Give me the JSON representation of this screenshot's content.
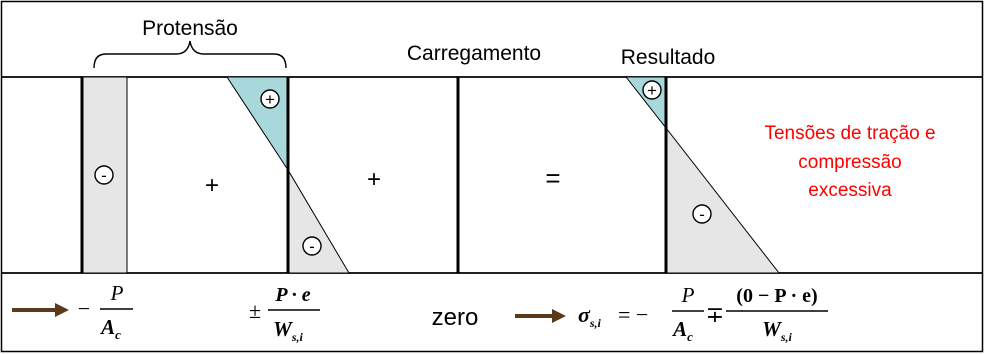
{
  "headers": {
    "protensao": "Protensão",
    "carregamento": "Carregamento",
    "resultado": "Resultado"
  },
  "operators": {
    "plus1": "+",
    "plus2": "+",
    "equals": "="
  },
  "signs": {
    "negative": "-",
    "positive": "+"
  },
  "note": {
    "line1": "Tensões de tração e",
    "line2": "compressão",
    "line3": "excessiva"
  },
  "formulas": {
    "axial_sign": "−",
    "axial_num": "P",
    "axial_den": "A",
    "axial_den_sub": "c",
    "bending_sign": "±",
    "bending_num": "P · e",
    "bending_den": "W",
    "bending_den_sub": "s,i",
    "zero": "zero",
    "sigma": "σ",
    "sigma_sub": "s,i",
    "result_eq": "= −",
    "result_num1": "P",
    "result_den1": "A",
    "result_den1_sub": "c",
    "result_pm": "∓",
    "result_num2": "(0 − P · e)",
    "result_den2": "W",
    "result_den2_sub": "s,i"
  },
  "colors": {
    "compression_fill": "#e6e6e6",
    "tension_fill": "#a9d8dc",
    "note_text": "#ff0000",
    "arrow": "#5a3a1a"
  }
}
